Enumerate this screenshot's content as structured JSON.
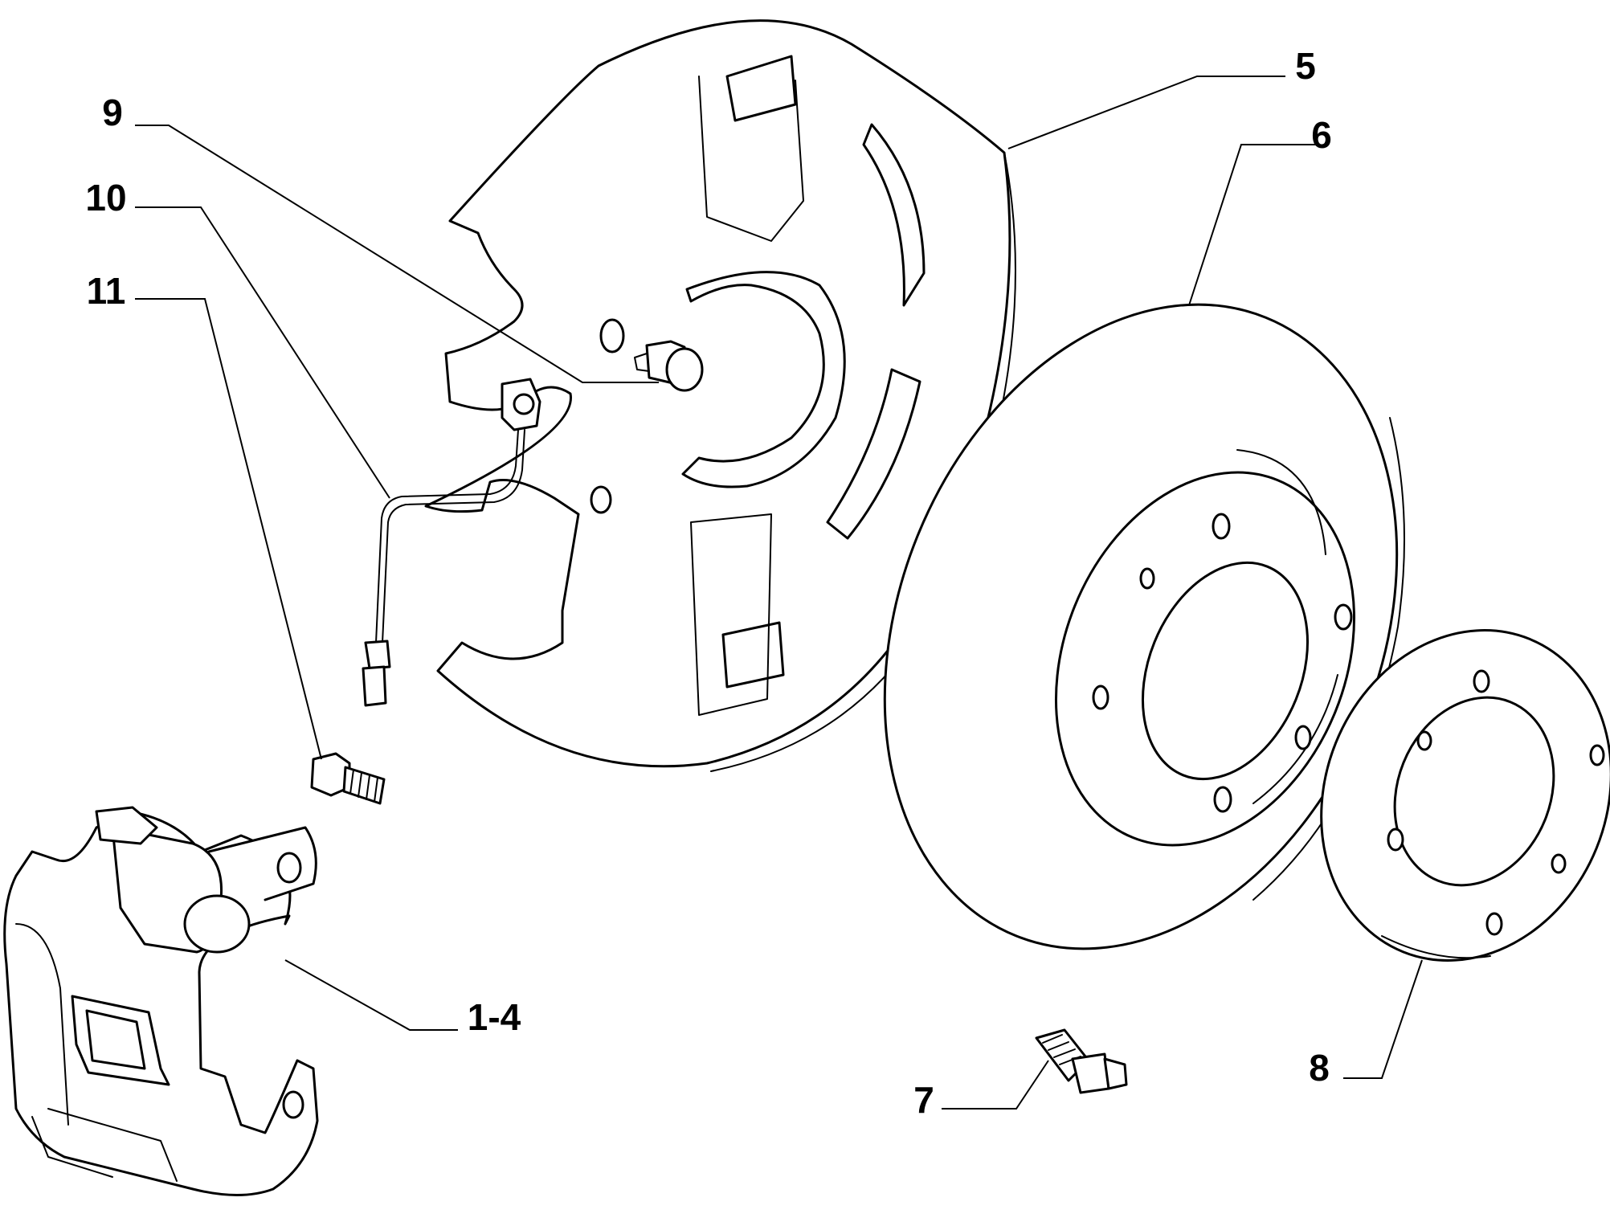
{
  "diagram": {
    "colors": {
      "ink": "#000000",
      "paper": "#ffffff"
    },
    "callouts": [
      {
        "id": "1-4",
        "text": "1-4",
        "part": "brake caliper"
      },
      {
        "id": "5",
        "text": "5",
        "part": "dust shield"
      },
      {
        "id": "6",
        "text": "6",
        "part": "brake disc"
      },
      {
        "id": "7",
        "text": "7",
        "part": "wheel stud"
      },
      {
        "id": "8",
        "text": "8",
        "part": "spacer ring"
      },
      {
        "id": "9",
        "text": "9",
        "part": "shield bolt"
      },
      {
        "id": "10",
        "text": "10",
        "part": "wear sensor"
      },
      {
        "id": "11",
        "text": "11",
        "part": "caliper bolt"
      }
    ]
  }
}
